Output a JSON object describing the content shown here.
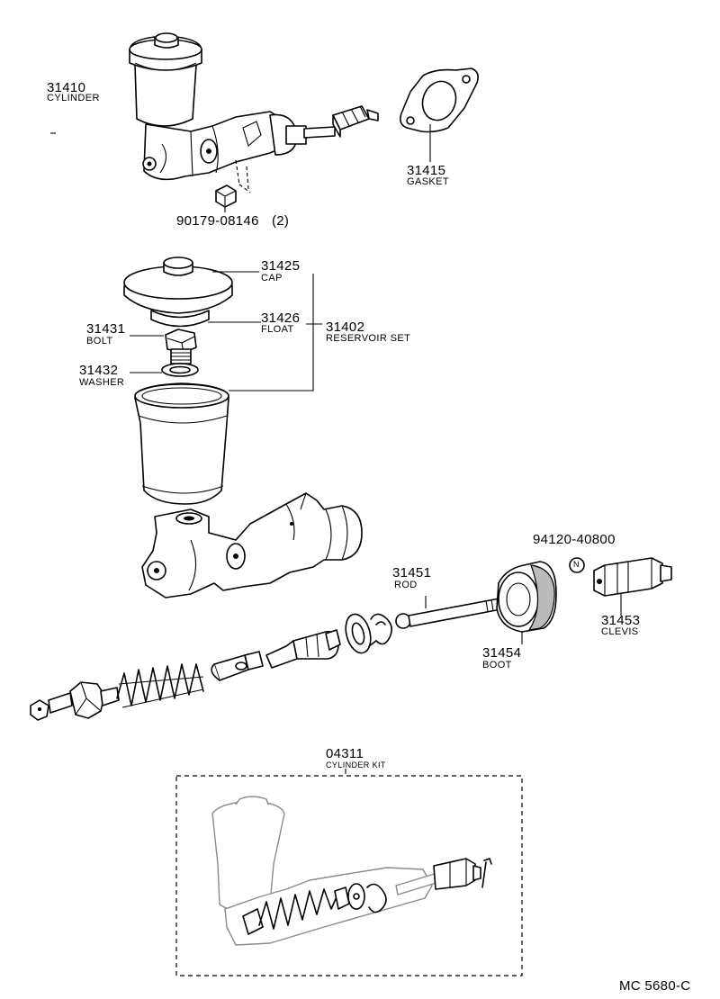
{
  "parts": [
    {
      "id": "p31410",
      "number": "31410",
      "name": "CYLINDER"
    },
    {
      "id": "p31415",
      "number": "31415",
      "name": "GASKET"
    },
    {
      "id": "p90179",
      "number": "90179-08146",
      "qty": "(2)"
    },
    {
      "id": "p31425",
      "number": "31425",
      "name": "CAP"
    },
    {
      "id": "p31426",
      "number": "31426",
      "name": "FLOAT"
    },
    {
      "id": "p31402",
      "number": "31402",
      "name": "RESERVOIR SET"
    },
    {
      "id": "p31431",
      "number": "31431",
      "name": "BOLT"
    },
    {
      "id": "p31432",
      "number": "31432",
      "name": "WASHER"
    },
    {
      "id": "p94120",
      "number": "94120-40800",
      "symbol": "N"
    },
    {
      "id": "p31451",
      "number": "31451",
      "name": "ROD"
    },
    {
      "id": "p31453",
      "number": "31453",
      "name": "CLEVIS"
    },
    {
      "id": "p31454",
      "number": "31454",
      "name": "BOOT"
    },
    {
      "id": "p04311",
      "number": "04311",
      "name": "CYLINDER KIT"
    }
  ],
  "diagram_code": "MC 5680-C"
}
